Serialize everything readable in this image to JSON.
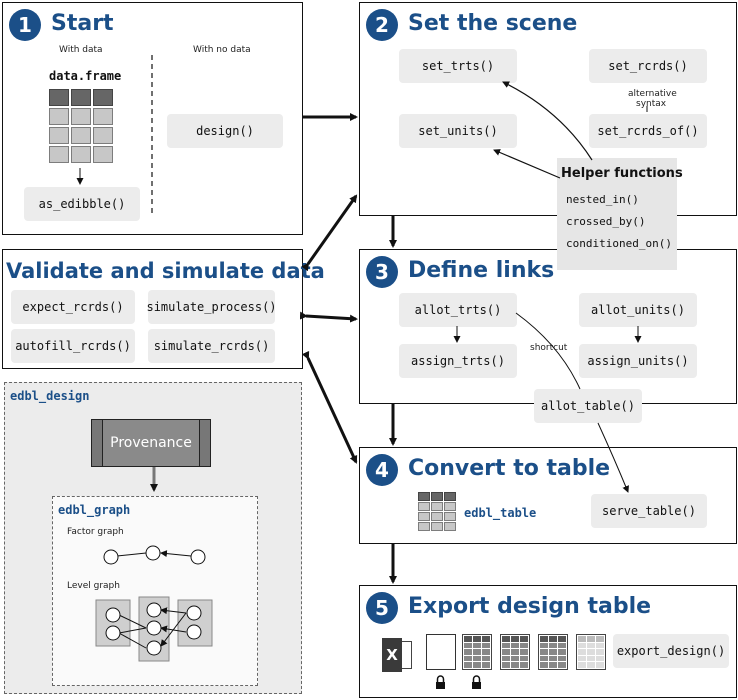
{
  "start": {
    "number": "1",
    "title": "Start",
    "with_data": "With data",
    "with_no_data": "With no data",
    "data_frame": "data.frame",
    "as_edibble": "as_edibble()",
    "design": "design()"
  },
  "scene": {
    "number": "2",
    "title": "Set the scene",
    "set_trts": "set_trts()",
    "set_rcrds": "set_rcrds()",
    "set_units": "set_units()",
    "set_rcrds_of": "set_rcrds_of()",
    "alternative": "alternative",
    "syntax": "syntax"
  },
  "helper": {
    "title": "Helper functions",
    "nested_in": "nested_in()",
    "crossed_by": "crossed_by()",
    "conditioned_on": "conditioned_on()"
  },
  "validate": {
    "title": "Validate and simulate data",
    "expect_rcrds": "expect_rcrds()",
    "simulate_process": "simulate_process()",
    "autofill_rcrds": "autofill_rcrds()",
    "simulate_rcrds": "simulate_rcrds()"
  },
  "links": {
    "number": "3",
    "title": "Define links",
    "allot_trts": "allot_trts()",
    "allot_units": "allot_units()",
    "assign_trts": "assign_trts()",
    "assign_units": "assign_units()",
    "shortcut": "shortcut",
    "allot_table": "allot_table()"
  },
  "edbl_design": {
    "label": "edbl_design",
    "provenance": "Provenance",
    "graph_label": "edbl_graph",
    "factor_graph": "Factor graph",
    "level_graph": "Level graph"
  },
  "convert": {
    "number": "4",
    "title": "Convert to table",
    "edbl_table": "edbl_table",
    "serve_table": "serve_table()"
  },
  "export": {
    "number": "5",
    "title": "Export design table",
    "export_design": "export_design()",
    "excel_letter": "X"
  },
  "colors": {
    "accent": "#1b4f88",
    "box_fill": "#ececec",
    "dark_cell": "#666666",
    "light_cell": "#c7c7c7"
  }
}
